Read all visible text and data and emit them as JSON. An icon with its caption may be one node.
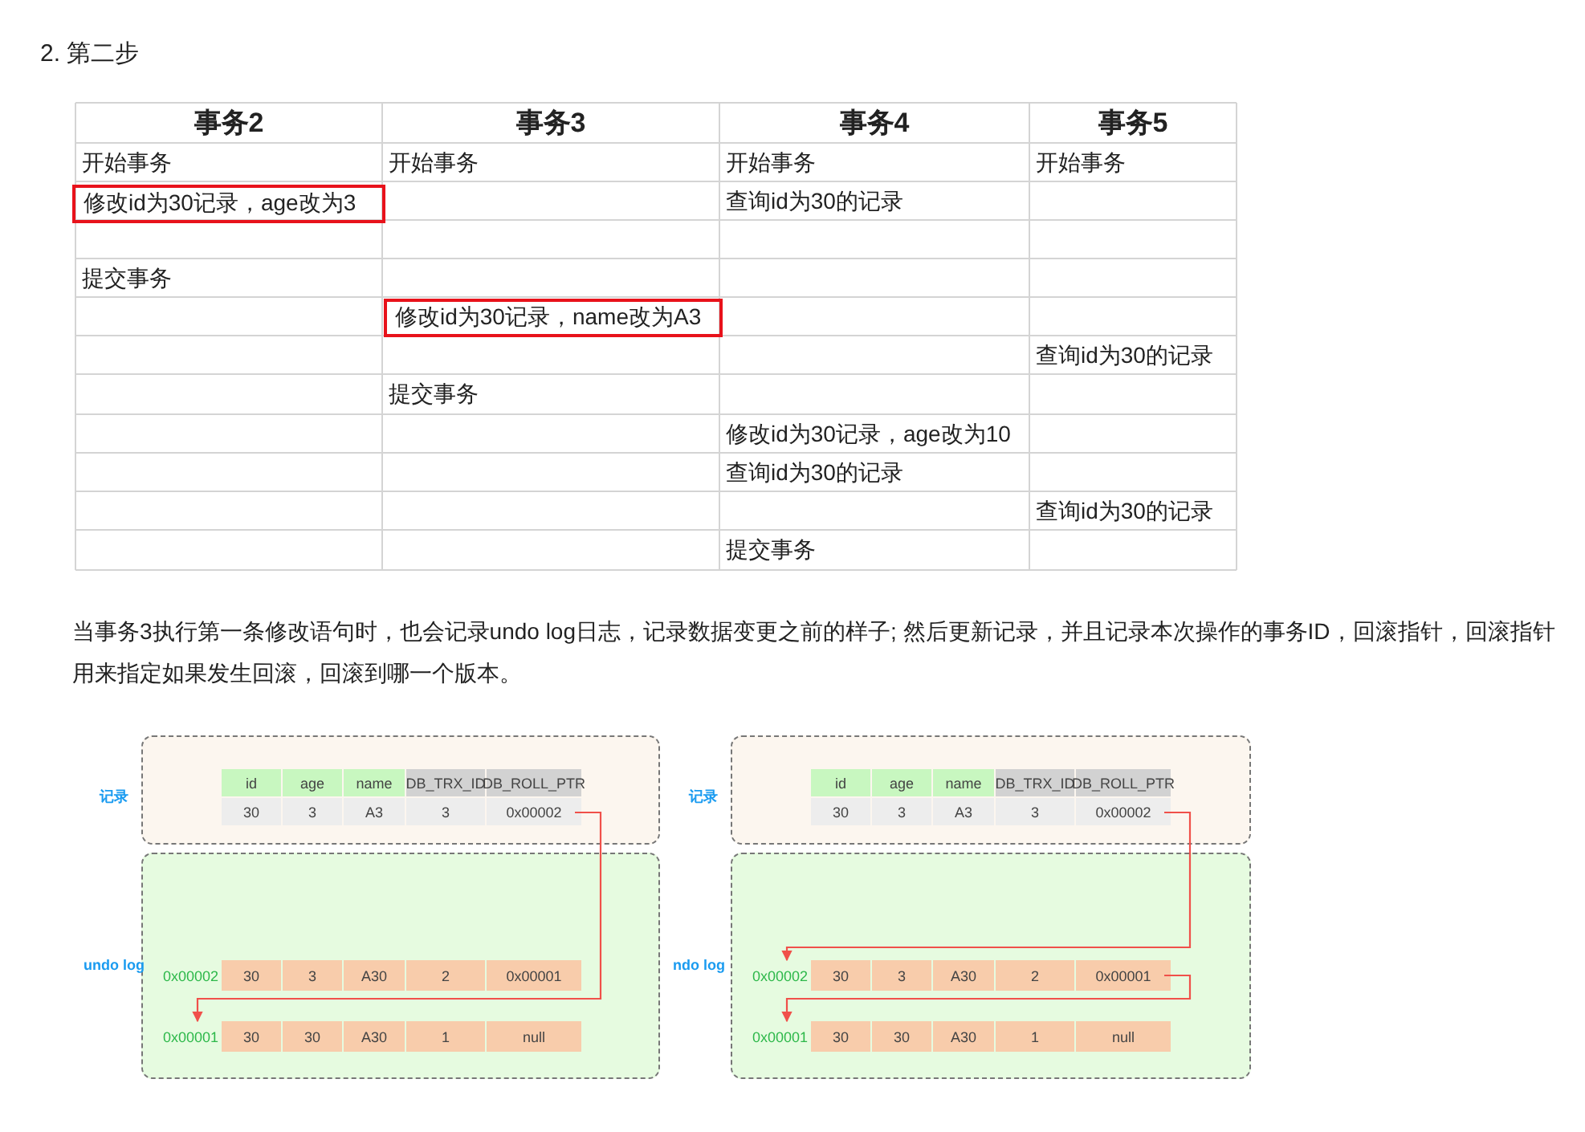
{
  "diagram": {
    "title": "2. 第二步",
    "nodes": [
      {
        "text": [
          "记录"
        ]
      },
      {
        "text": [
          "id",
          "age",
          "name",
          "DB_TRX_ID",
          "DB_ROLL_PTR",
          "30",
          "3",
          "A3",
          "3",
          "0x00002"
        ],
        "in": 0
      },
      {
        "text": [
          "undo log"
        ]
      },
      {
        "text": [
          "30",
          "3",
          "A30",
          "2",
          "0x00001"
        ],
        "in": 2,
        "beside": [
          "0x00002"
        ]
      },
      {
        "text": [
          "30",
          "30",
          "A30",
          "1",
          "null"
        ],
        "in": 2,
        "beside": [
          "0x00001"
        ]
      },
      {
        "text": [
          "记录"
        ]
      },
      {
        "text": [
          "id",
          "age",
          "name",
          "DB_TRX_ID",
          "DB_ROLL_PTR",
          "30",
          "3",
          "A3",
          "3",
          "0x00002"
        ],
        "in": 5
      },
      {
        "text": [
          "ndo log"
        ]
      },
      {
        "text": [
          "30",
          "3",
          "A30",
          "2",
          "0x00001"
        ],
        "in": 7,
        "beside": [
          "0x00002"
        ]
      },
      {
        "text": [
          "30",
          "30",
          "A30",
          "1",
          "null"
        ],
        "in": 7,
        "beside": [
          "0x00001"
        ]
      },
      {
        "text": [
          "修改id为30记录，age改为3"
        ]
      },
      {
        "text": [
          "修改id为30记录，name改为A3"
        ]
      }
    ],
    "edges": [
      {
        "from": 1,
        "to": 4,
        "arrow": "to"
      },
      {
        "from": 6,
        "to": 8,
        "arrow": "to"
      },
      {
        "from": 8,
        "to": 9,
        "arrow": "to"
      }
    ],
    "labels": [
      "事务2",
      "事务3",
      "事务4",
      "事务5",
      "开始事务",
      "开始事务",
      "开始事务",
      "开始事务",
      "查询id为30的记录",
      "提交事务",
      "查询id为30的记录",
      "提交事务",
      "修改id为30记录，age改为10",
      "查询id为30的记录",
      "查询id为30的记录",
      "提交事务",
      "当事务3执行第一条修改语句时，也会记录undo log日志，记录数据变更之前的样子; 然后更新记录，并且记录本次操作的事务ID，回滚指针，回滚指针用来指定如果发生回滚，回滚到哪一个版本。"
    ]
  }
}
